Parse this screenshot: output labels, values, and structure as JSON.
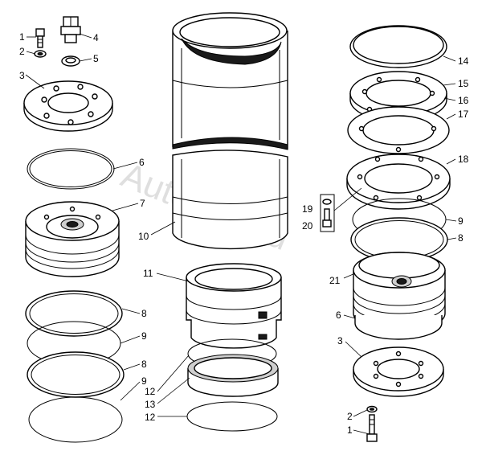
{
  "watermark": "AutoSoft.ru",
  "callouts": {
    "c1a": "1",
    "c2a": "2",
    "c3a": "3",
    "c4": "4",
    "c5": "5",
    "c6a": "6",
    "c7": "7",
    "c8a": "8",
    "c9a": "9",
    "c8b": "8",
    "c9b": "9",
    "c10": "10",
    "c11": "11",
    "c12a": "12",
    "c13": "13",
    "c12b": "12",
    "c14": "14",
    "c15": "15",
    "c16": "16",
    "c17": "17",
    "c18": "18",
    "c19": "19",
    "c20": "20",
    "c9c": "9",
    "c8c": "8",
    "c21": "21",
    "c6b": "6",
    "c3b": "3",
    "c2b": "2",
    "c1b": "1"
  }
}
